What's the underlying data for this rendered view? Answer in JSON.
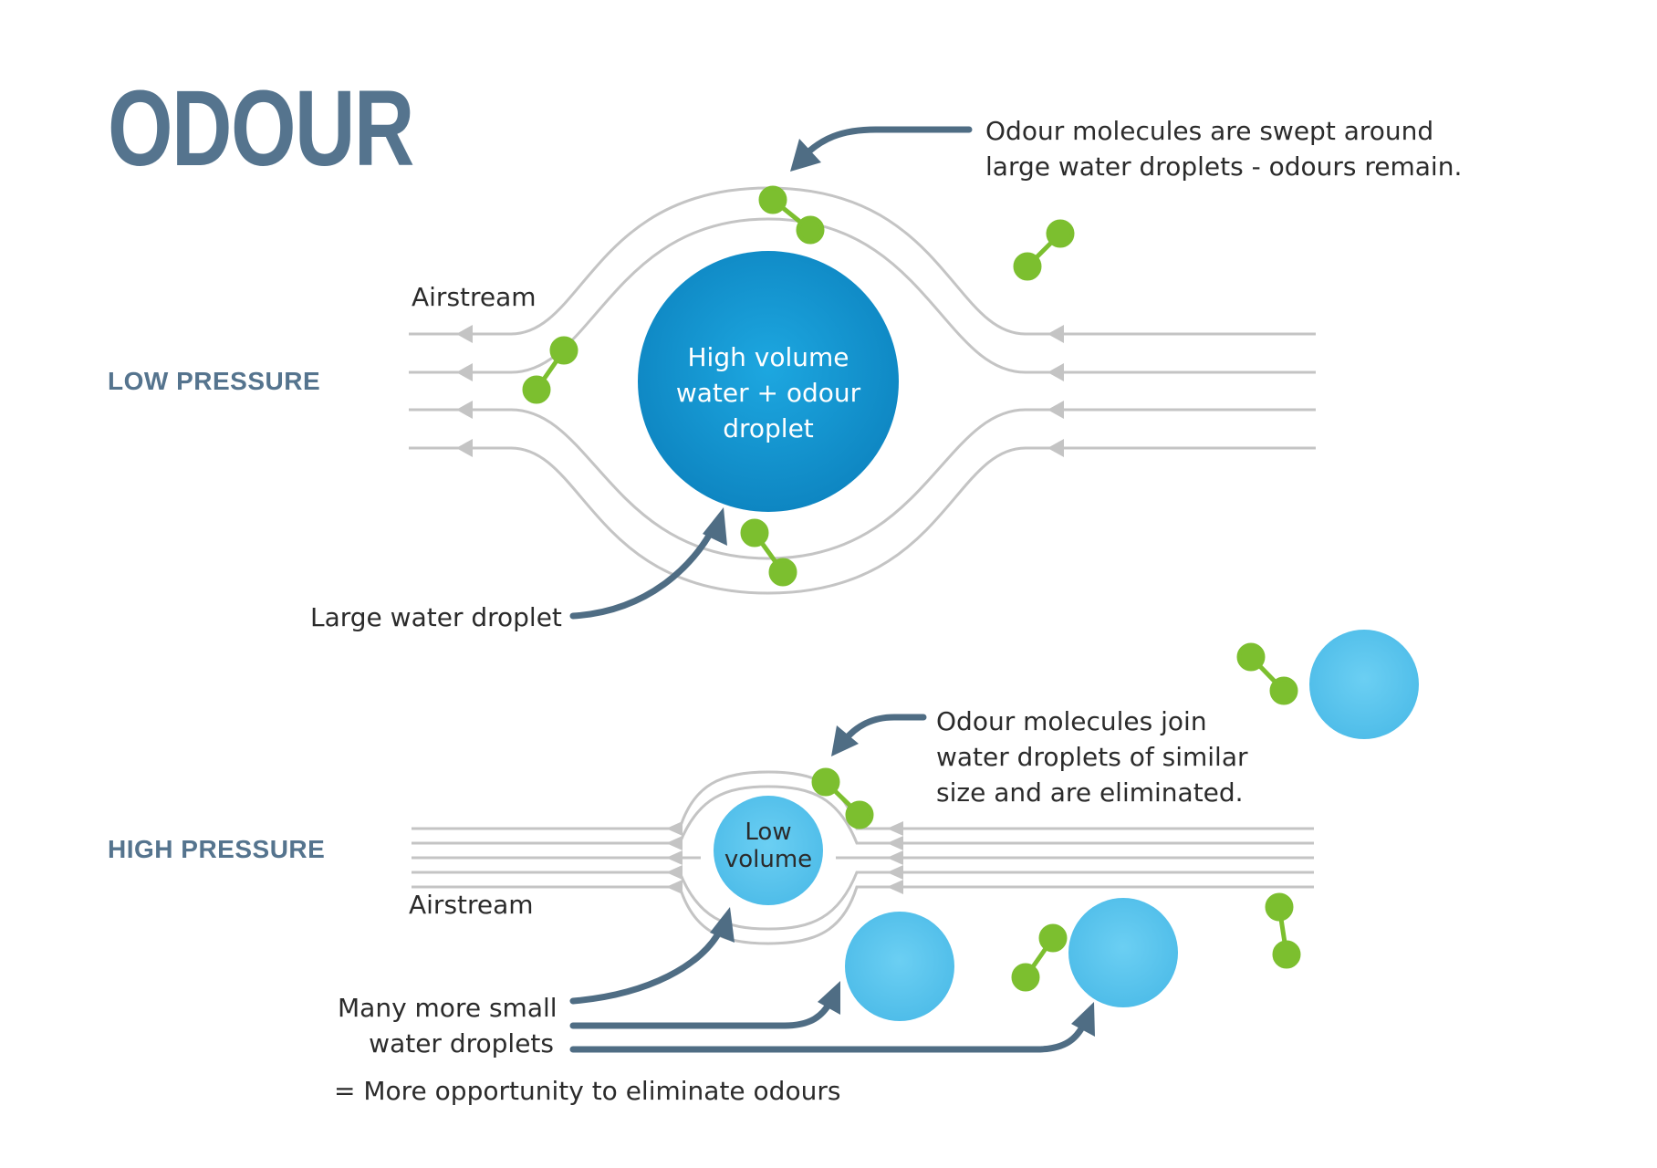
{
  "title": "ODOUR",
  "sections": {
    "low": "LOW PRESSURE",
    "high": "HIGH PRESSURE"
  },
  "labels": {
    "airstream_top": "Airstream",
    "airstream_bottom": "Airstream",
    "swept_line1": "Odour molecules are swept around",
    "swept_line2": "large water droplets - odours remain.",
    "large_droplet": "Large water droplet",
    "join_line1": "Odour molecules join",
    "join_line2": "water droplets of similar",
    "join_line3": "size and are eliminated.",
    "many_line1": "Many more small",
    "many_line2": "water droplets",
    "opportunity": "= More opportunity to eliminate odours"
  },
  "droplets": {
    "large_line1": "High volume",
    "large_line2": "water + odour",
    "large_line3": "droplet",
    "small_line1": "Low",
    "small_line2": "volume"
  },
  "colors": {
    "title": "#55748e",
    "arrow": "#4f6d84",
    "streamline": "#c4c4c4",
    "molecule": "#7cbf2f",
    "large_droplet": "#1596d0",
    "small_droplet": "#5dc5ee"
  }
}
